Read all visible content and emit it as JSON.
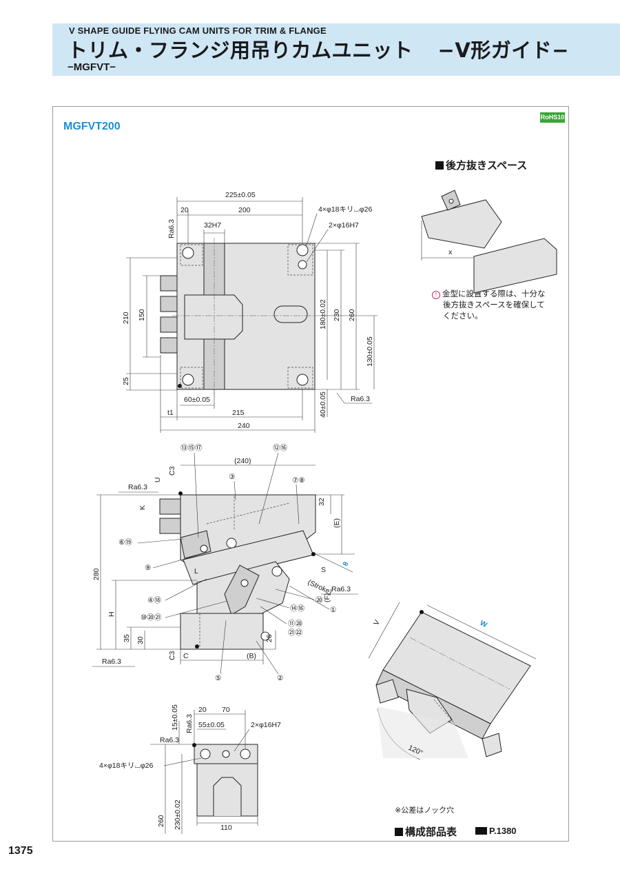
{
  "header": {
    "en_title": "V SHAPE GUIDE FLYING CAM UNITS FOR TRIM & FLANGE",
    "jp_title": "トリム・フランジ用吊りカムユニット",
    "jp_suffix": "−V形ガイド−",
    "model_series": "−MGFVT−"
  },
  "panel": {
    "model": "MGFVT200",
    "rohs_badge": "RoHS10"
  },
  "rear_space": {
    "heading": "後方抜きスペース",
    "note_line1": "金型に設置する際は、十分な",
    "note_line2": "後方抜きスペースを確保して",
    "note_line3": "ください。",
    "dim_x": "x"
  },
  "top_view": {
    "dim_225": "225±0.05",
    "dim_20": "20",
    "dim_200": "200",
    "dim_32h7": "32H7",
    "ra_left": "Ra6.3",
    "hole_callout_1": "4×φ18キリ⌴φ26",
    "hole_callout_2": "2×φ16H7",
    "dim_210": "210",
    "dim_150": "150",
    "dim_25": "25",
    "dim_180": "180±0.02",
    "dim_230": "230",
    "dim_260": "260",
    "dim_130": "130±0.05",
    "dim_40": "40±0.05",
    "ra_bottom": "Ra6.3",
    "dim_60": "60±0.05",
    "dim_t1": "t1",
    "dim_215": "215",
    "dim_240": "240"
  },
  "side_view": {
    "label_131517": "⑬⑮⑰",
    "label_1216": "⑫⑯",
    "label_240": "(240)",
    "label_c3_top": "C3",
    "label_u": "U",
    "label_3": "③",
    "label_78": "⑦⑧",
    "label_ra_top": "Ra6.3",
    "label_k": "K",
    "label_32": "32",
    "label_e": "(E)",
    "label_619": "⑥⑲",
    "label_theta": "θ",
    "label_280": "280",
    "label_9": "⑨",
    "label_l": "L",
    "label_s": "S",
    "label_stroke": "(Stroke)",
    "label_ra_mid": "Ra6.3",
    "label_418": "④⑱",
    "label_20": "⑳",
    "label_f": "(F)",
    "label_h": "H",
    "label_1416": "⑭⑯",
    "label_1": "①",
    "label_102021": "⑩⑳㉑",
    "label_1120": "⑪⑳",
    "label_2122": "㉑㉒",
    "label_35": "35",
    "label_30": "30",
    "label_26": "26",
    "label_c3_bot": "C3",
    "label_c": "C",
    "label_b": "(B)",
    "label_ra_bot": "Ra6.3",
    "label_5": "⑤",
    "label_2": "②"
  },
  "iso_view": {
    "label_v": "V",
    "label_w": "W",
    "label_120": "120°"
  },
  "bottom_view": {
    "dim_15": "15±0.05",
    "dim_20": "20",
    "dim_70": "70",
    "dim_55": "55±0.05",
    "hole_callout_2": "2×φ16H7",
    "ra_a": "Ra6.3",
    "ra_b": "Ra6.3",
    "hole_callout_1": "4×φ18キリ⌴φ26",
    "dim_260": "260",
    "dim_230": "230±0.02",
    "dim_110": "110"
  },
  "footer": {
    "tolerance_note": "※公差はノック穴",
    "parts_heading": "構成部品表",
    "ref_page": "P.1380",
    "page_number": "1375"
  },
  "colors": {
    "header_band": "#cfe6f5",
    "accent_blue": "#1d8fd0",
    "rohs_green": "#3aa535"
  }
}
